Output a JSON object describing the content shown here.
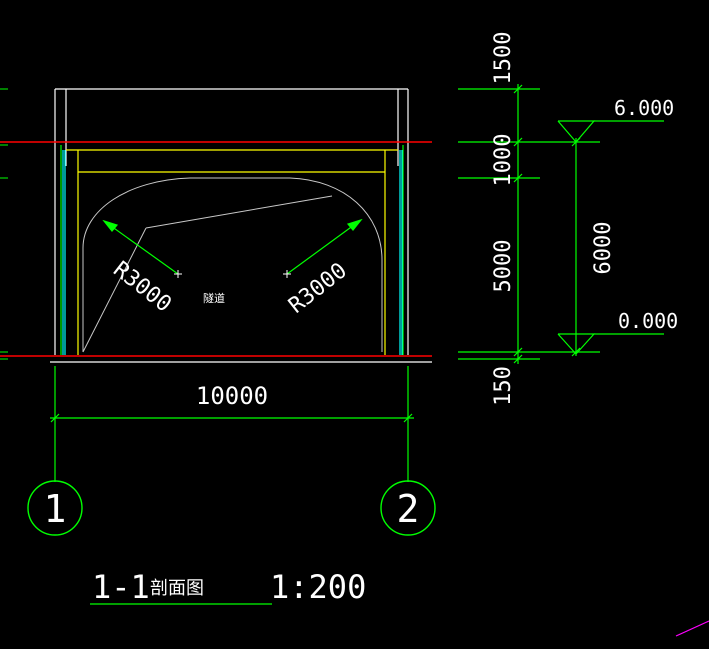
{
  "colors": {
    "background": "#000000",
    "white": "#ffffff",
    "green": "#00ff00",
    "red": "#ff0000",
    "yellow": "#ffff00",
    "cyan": "#00ffff",
    "grey": "#c8c8c8",
    "magenta": "#ff00ff"
  },
  "drawing": {
    "radius_left": "R3000",
    "radius_right": "R3000",
    "tunnel_label": "隧道",
    "span_width": "10000",
    "dims": {
      "d1500": "1500",
      "d1000": "1000",
      "d5000": "5000",
      "d150": "150",
      "d6000": "6000"
    },
    "elevations": {
      "top": "6.000",
      "bottom": "0.000"
    },
    "axis": {
      "left": "1",
      "right": "2"
    },
    "title": {
      "section": "1-1",
      "name": "剖面图",
      "scale": "1:200"
    }
  }
}
